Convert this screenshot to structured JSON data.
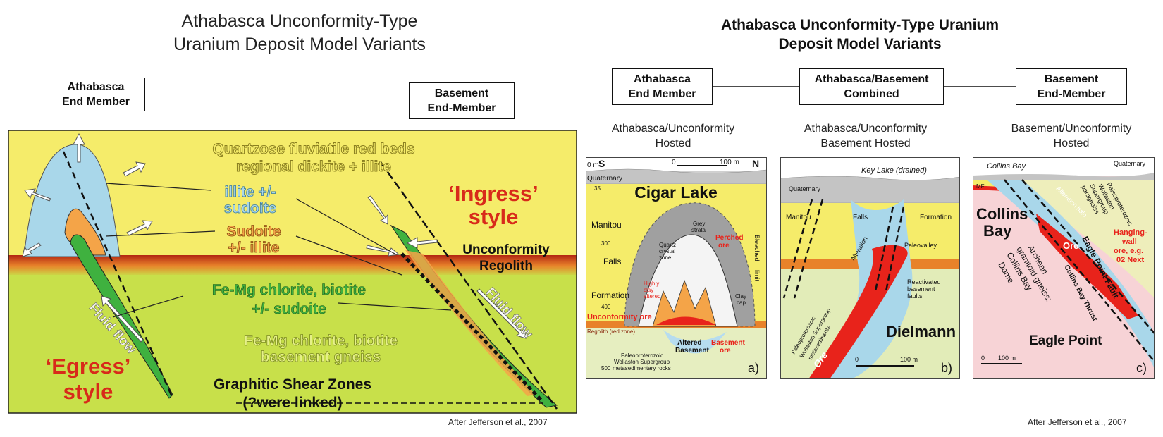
{
  "left": {
    "title_line1": "Athabasca Unconformity-Type",
    "title_line2": "Uranium Deposit Model Variants",
    "box_athabasca_line1": "Athabasca",
    "box_athabasca_line2": "End Member",
    "box_basement_line1": "Basement",
    "box_basement_line2": "End-Member",
    "labels": {
      "redbeds1": "Quartzose fluviatile red beds",
      "redbeds2": "regional dickite + illite",
      "illite1": "illite +/-",
      "illite2": "sudoite",
      "sudoite1": "Sudoite",
      "sudoite2": "+/- illite",
      "ingress1": "‘Ingress’",
      "ingress2": "style",
      "unconformity": "Unconformity",
      "regolith": "Regolith",
      "chlorite1": "Fe-Mg chlorite, biotite",
      "chlorite2": "+/- sudoite",
      "basement1": "Fe-Mg chlorite, biotite",
      "basement2": "basement gneiss",
      "fluidflow_left": "Fluid flow",
      "fluidflow_right": "Fluid flow",
      "egress1": "‘Egress’",
      "egress2": "style",
      "shear1": "Graphitic Shear Zones",
      "shear2": "(?were linked)"
    },
    "credit": "After Jefferson et al., 2007"
  },
  "right": {
    "title_line1": "Athabasca Unconformity-Type Uranium",
    "title_line2": "Deposit Model Variants",
    "box1_line1": "Athabasca",
    "box1_line2": "End Member",
    "box2_line1": "Athabasca/Basement",
    "box2_line2": "Combined",
    "box3_line1": "Basement",
    "box3_line2": "End-Member",
    "sub1_line1": "Athabasca/Unconformity",
    "sub1_line2": "Hosted",
    "sub2_line1": "Athabasca/Unconformity",
    "sub2_line2": "Basement Hosted",
    "sub3_line1": "Basement/Unconformity",
    "sub3_line2": "Hosted",
    "panel_a": {
      "s": "S",
      "n": "N",
      "scale": "100 m",
      "zero": "0",
      "zero_m": "0 m",
      "quaternary": "Quaternary",
      "depth35": "35",
      "name": "Cigar Lake",
      "manitou": "Manitou",
      "falls": "Falls",
      "formation": "Formation",
      "d300": "300",
      "d400": "400",
      "d500": "500",
      "grey": "Grey",
      "strata": "strata",
      "quartz": "Quartz",
      "crystal": "crystal",
      "zone": "zone",
      "perched": "Perched",
      "ore": "ore",
      "bleached": "Bleached",
      "limit": "limit",
      "highly": "Highly",
      "clay": "clay",
      "altered": "altered",
      "clay2": "Clay",
      "cap": "cap",
      "unconf_ore": "Unconformity ore",
      "regolith": "Regolith  (red zone)",
      "altered_b1": "Altered",
      "altered_b2": "Basement",
      "basement_ore1": "Basement",
      "basement_ore2": "ore",
      "paleo1": "Paleoproterozoic",
      "paleo2": "Wollaston Supergroup",
      "paleo3": "metasedimentary rocks",
      "letter": "a)"
    },
    "panel_b": {
      "key_lake": "Key Lake (drained)",
      "quaternary": "Quaternary",
      "manitou": "Manitou",
      "falls": "Falls",
      "formation": "Formation",
      "alteration": "Alteration",
      "paleovalley": "Paleovalley",
      "reactivated1": "Reactivated",
      "reactivated2": "basement",
      "reactivated3": "faults",
      "paleo1": "Paleoproterozoic",
      "paleo2": "Wollaston Supergroup",
      "paleo3": "metasediments",
      "ore": "Ore",
      "name": "Dielmann",
      "zero": "0",
      "scale": "100 m",
      "letter": "b)"
    },
    "panel_c": {
      "collins_bay_top": "Collins Bay",
      "quaternary": "Quaternary",
      "mf": "MF",
      "name1": "Collins",
      "name2": "Bay",
      "halo": "Alteration halo",
      "para1": "Paleoproterozoic",
      "para2": "Wollaston",
      "para3": "Supergroup",
      "para4": "paragneiss",
      "archean1": "Archean",
      "archean2": "granitoid gneiss:",
      "archean3": "Collins Bay",
      "archean4": "Dome",
      "ore": "Ore",
      "thrust": "Collins Bay Thrust",
      "fault": "Eagle Point Fault",
      "hw1": "Hanging-",
      "hw2": "wall",
      "hw3": "ore, e.g.",
      "hw4": "02 Next",
      "eagle": "Eagle Point",
      "zero": "0",
      "scale": "100 m",
      "letter": "c)"
    },
    "credit": "After Jefferson et al., 2007"
  },
  "colors": {
    "sandstone": "#f5ec6a",
    "basement": "#c8e04a",
    "blue": "#a9d7ea",
    "orange": "#f4a448",
    "green": "#3fb13f",
    "red": "#e8231b",
    "grey": "#a0a0a0",
    "pink": "#f7d3d6"
  }
}
